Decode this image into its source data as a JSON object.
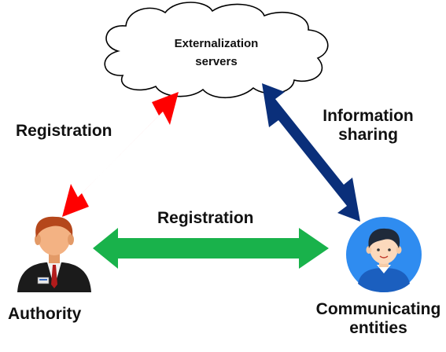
{
  "cloud": {
    "line1": "Externalization",
    "line2": "servers"
  },
  "labels": {
    "left_arrow": "Registration",
    "bottom_arrow": "Registration",
    "right_arrow_line1": "Information",
    "right_arrow_line2": "sharing"
  },
  "nodes": {
    "authority": "Authority",
    "entities_line1": "Communicating",
    "entities_line2": "entities"
  },
  "colors": {
    "red_arrow": "#ff0000",
    "navy_arrow": "#0a2f7a",
    "green_arrow": "#19b24b",
    "entity_circle": "#2f8cf0"
  },
  "icons": {
    "cloud": "cloud-icon",
    "authority": "businessman-icon",
    "entities": "user-avatar-icon"
  }
}
